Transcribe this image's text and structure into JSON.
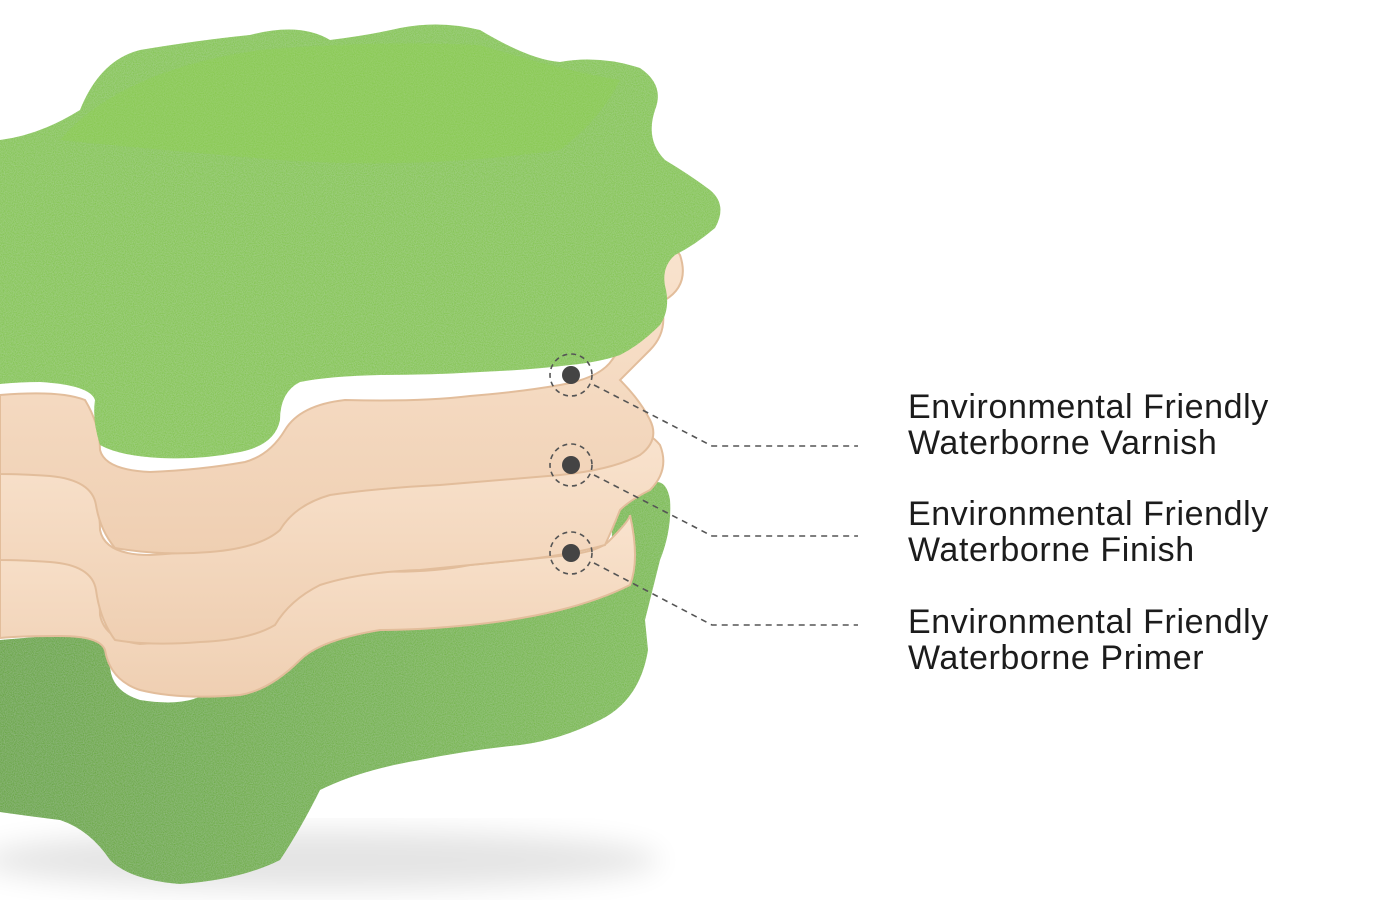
{
  "layers": [
    {
      "line1": "Environmental Friendly",
      "line2": "Waterborne Varnish"
    },
    {
      "line1": "Environmental Friendly",
      "line2": "Waterborne Finish"
    },
    {
      "line1": "Environmental Friendly",
      "line2": "Waterborne Primer"
    }
  ],
  "colors": {
    "green_top": "#7dc23c",
    "green_side": "#62a92a",
    "cream_layer": "#f6dcc3",
    "cream_edge": "#e9c6a6",
    "marker": "#444444",
    "text": "#1c1c1c"
  }
}
